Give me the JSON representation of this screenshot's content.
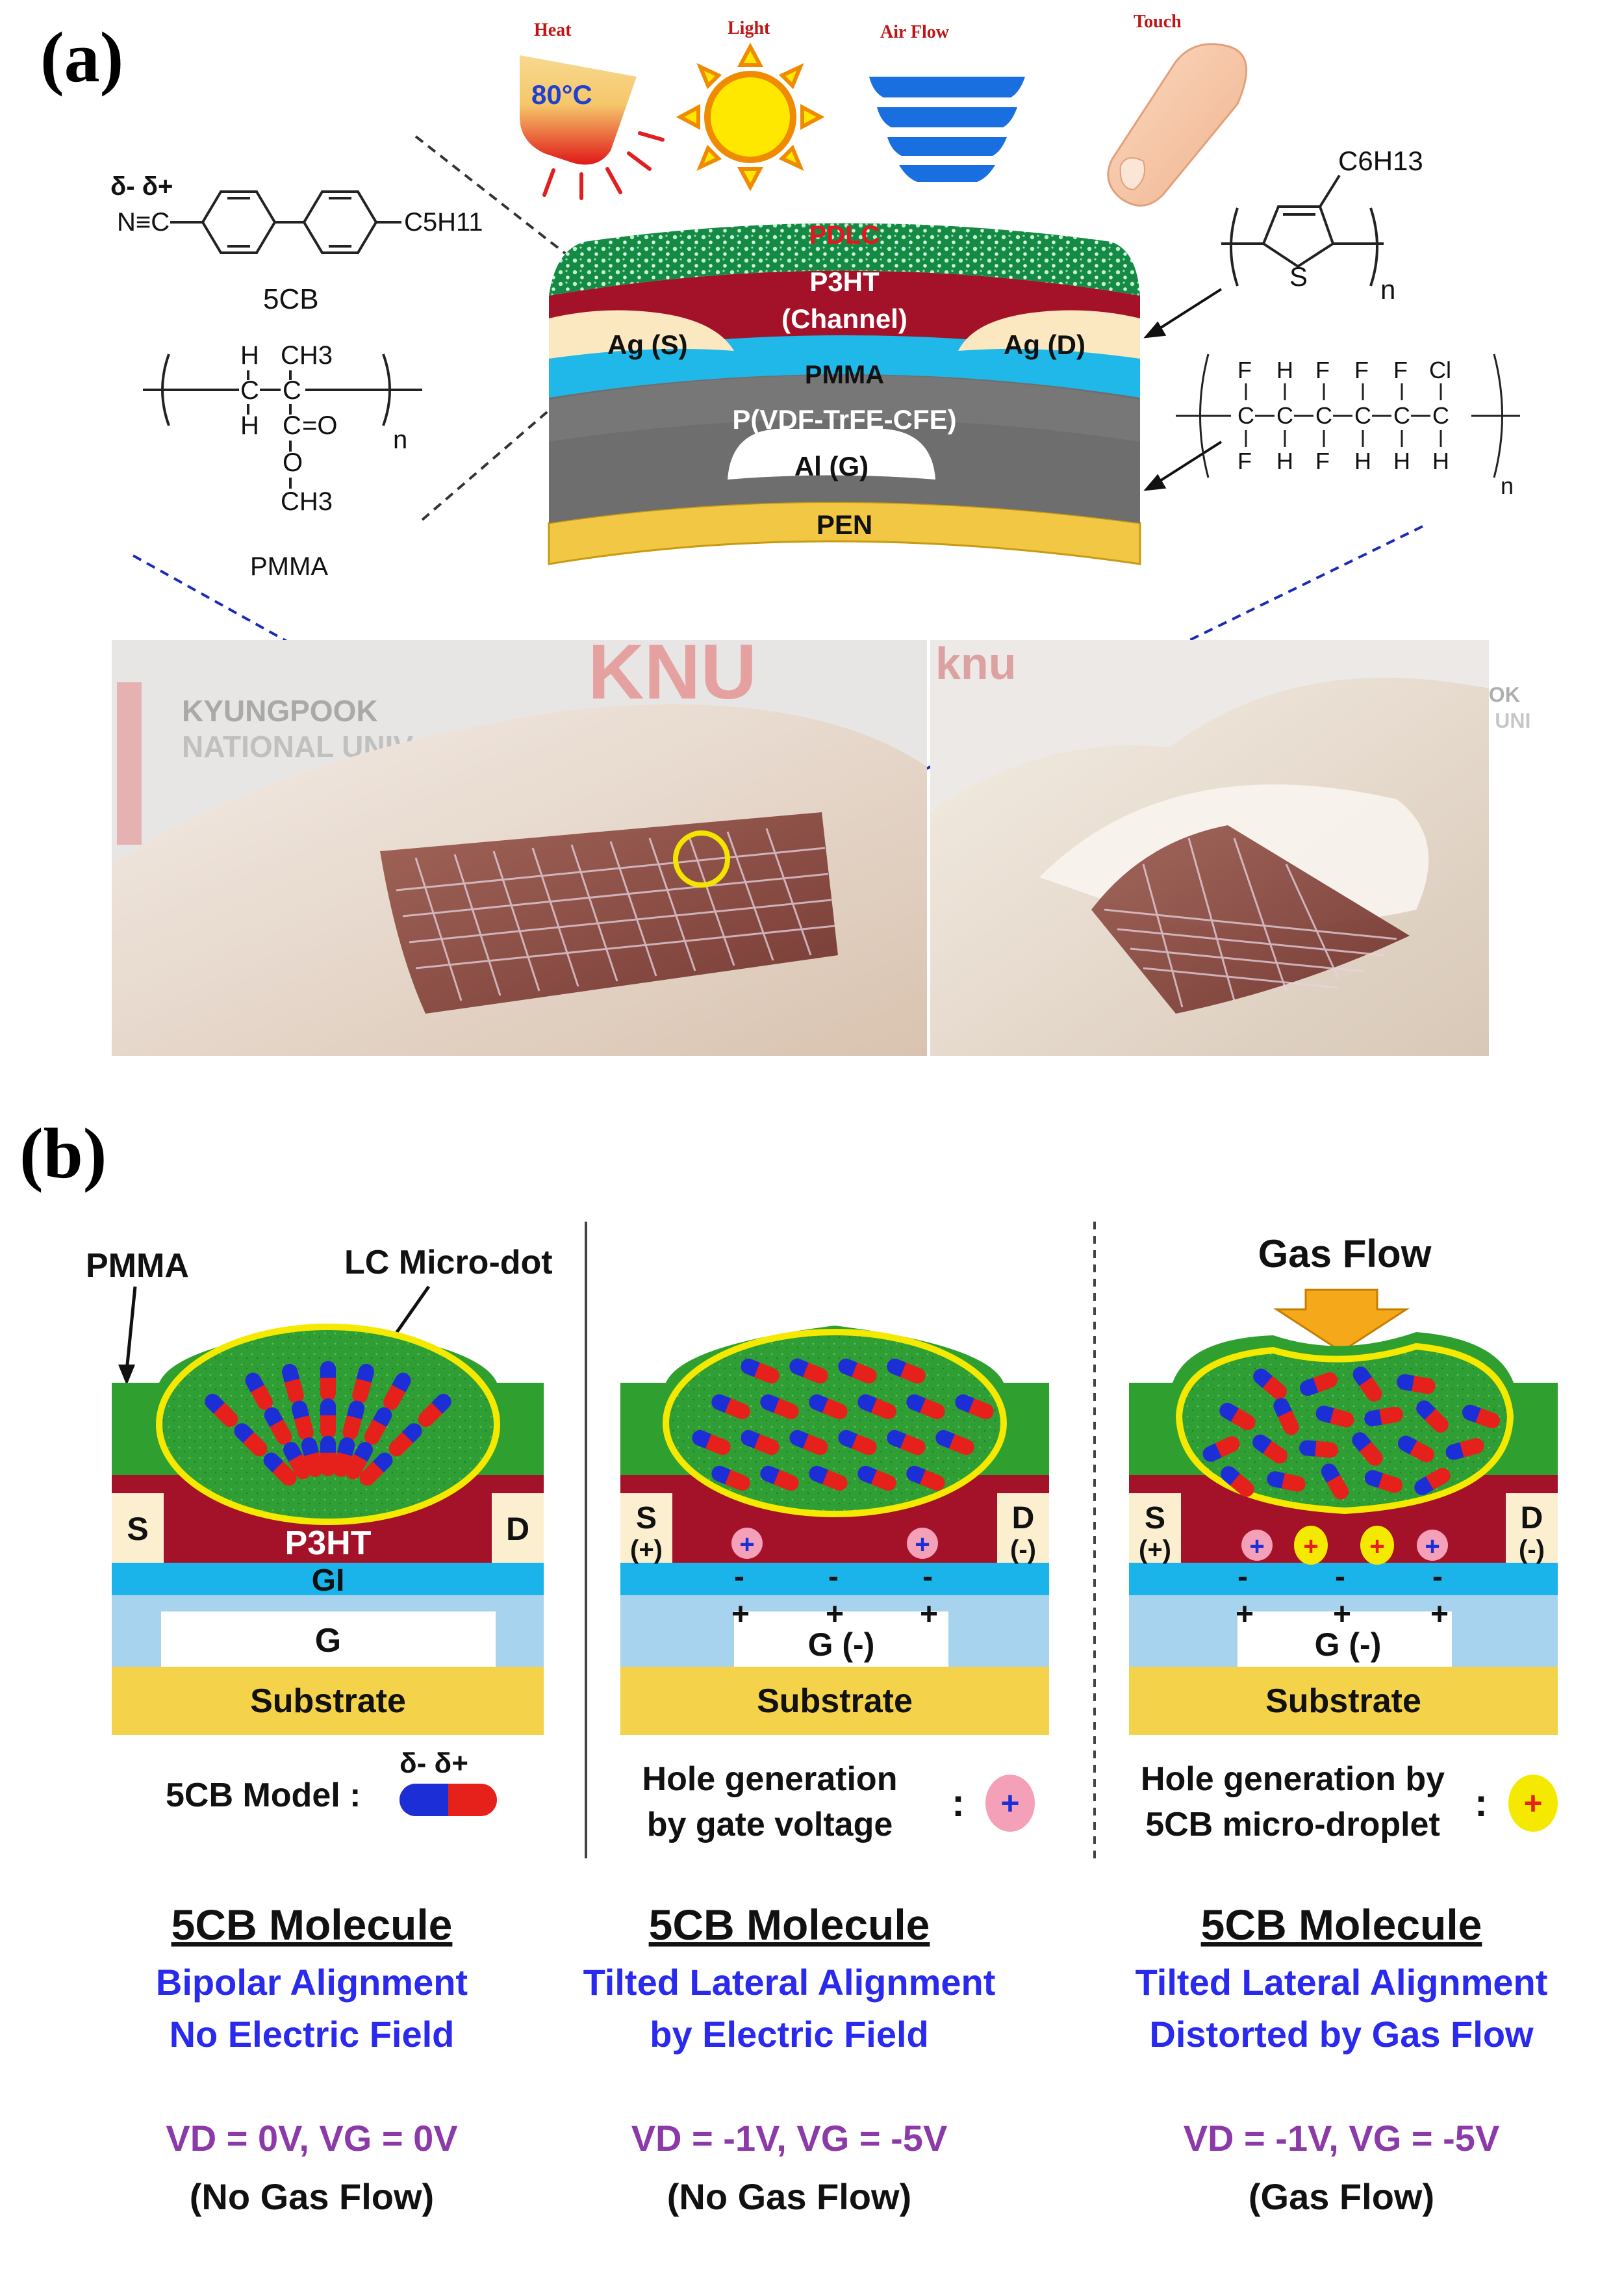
{
  "panel_a": {
    "label": "(a)",
    "stimuli": [
      {
        "name": "Heat",
        "sub": "80°C"
      },
      {
        "name": "Light"
      },
      {
        "name": "Air Flow"
      },
      {
        "name": "Touch"
      }
    ],
    "layers": {
      "pdlc": "PDLC",
      "p3ht_1": "P3HT",
      "p3ht_2": "(Channel)",
      "ag_s": "Ag (S)",
      "ag_d": "Ag (D)",
      "pmma": "PMMA",
      "dielectric": "P(VDF-TrFE-CFE)",
      "gate": "Al (G)",
      "pen": "PEN"
    },
    "chem": {
      "fivecb": {
        "charges": "δ-  δ+",
        "nitrile": "N≡C",
        "tail": "C5H11",
        "label": "5CB"
      },
      "pmma": {
        "label": "PMMA",
        "h": "H",
        "ch3": "CH3",
        "c": "C",
        "o": "O",
        "eq": "=O",
        "n": "n"
      },
      "p3ht": {
        "sidechain": "C6H13",
        "s": "S",
        "n": "n"
      },
      "pvdf": {
        "top": [
          "F",
          "H",
          "F",
          "F",
          "F",
          "Cl"
        ],
        "bottom": [
          "F",
          "H",
          "F",
          "H",
          "H",
          "H"
        ],
        "c": "C",
        "n": "n"
      }
    },
    "photo_texts": {
      "left": [
        "KYUNGPOOK",
        "NATIONAL UNIV",
        "KNU"
      ],
      "right": [
        "knu",
        "KYUNGPOOK",
        "NATIONAL UNI"
      ]
    }
  },
  "panel_b": {
    "label": "(b)",
    "pmma": "PMMA",
    "lc": "LC Micro-dot",
    "gas_flow": "Gas Flow",
    "s": "S",
    "d": "D",
    "s_plus": "(+)",
    "d_minus": "(-)",
    "p3ht": "P3HT",
    "gi": "GI",
    "g": "G",
    "g_neg": "G (-)",
    "substrate": "Substrate",
    "model_label": "5CB Model :",
    "model_charges": "δ-  δ+",
    "hole_gate_1": "Hole generation",
    "hole_gate_2": "by gate voltage",
    "hole_drop_1": "Hole generation by",
    "hole_drop_2": "5CB micro-droplet",
    "colon": ":",
    "plus": "+",
    "minus": "-",
    "captions": [
      {
        "title": "5CB Molecule",
        "line1": "Bipolar Alignment",
        "line2": "No Electric Field",
        "volts": "VD = 0V, VG = 0V",
        "flow": "(No Gas Flow)"
      },
      {
        "title": "5CB Molecule",
        "line1": "Tilted Lateral Alignment",
        "line2": "by Electric Field",
        "volts": "VD = -1V, VG = -5V",
        "flow": "(No Gas Flow)"
      },
      {
        "title": "5CB Molecule",
        "line1": "Tilted Lateral Alignment",
        "line2": "Distorted by Gas Flow",
        "volts": "VD = -1V, VG = -5V",
        "flow": "(Gas Flow)"
      }
    ]
  },
  "colors": {
    "p3ht": "#a4122a",
    "pmma_blue": "#1fb8e8",
    "gi_blue": "#0fa8e0",
    "g_lightblue": "#a7d3ee",
    "substrate": "#f4d24a",
    "dielectric": "#6e6e6e",
    "pen": "#f2c744",
    "pdlc_green": "#139a4a",
    "matrix_green": "#2f9e34",
    "yellow": "#f5e900",
    "lc_red": "#e6211b",
    "lc_blue": "#1c2fd6",
    "caption_blue": "#2a2aee",
    "caption_purple": "#8c3aa8",
    "heat_red": "#e02020",
    "pdlc_label": "#e8141e"
  },
  "icons": [
    "heat-gradient-icon",
    "sun-icon",
    "air-flow-icon",
    "finger-icon",
    "yellow-circle-marker"
  ]
}
